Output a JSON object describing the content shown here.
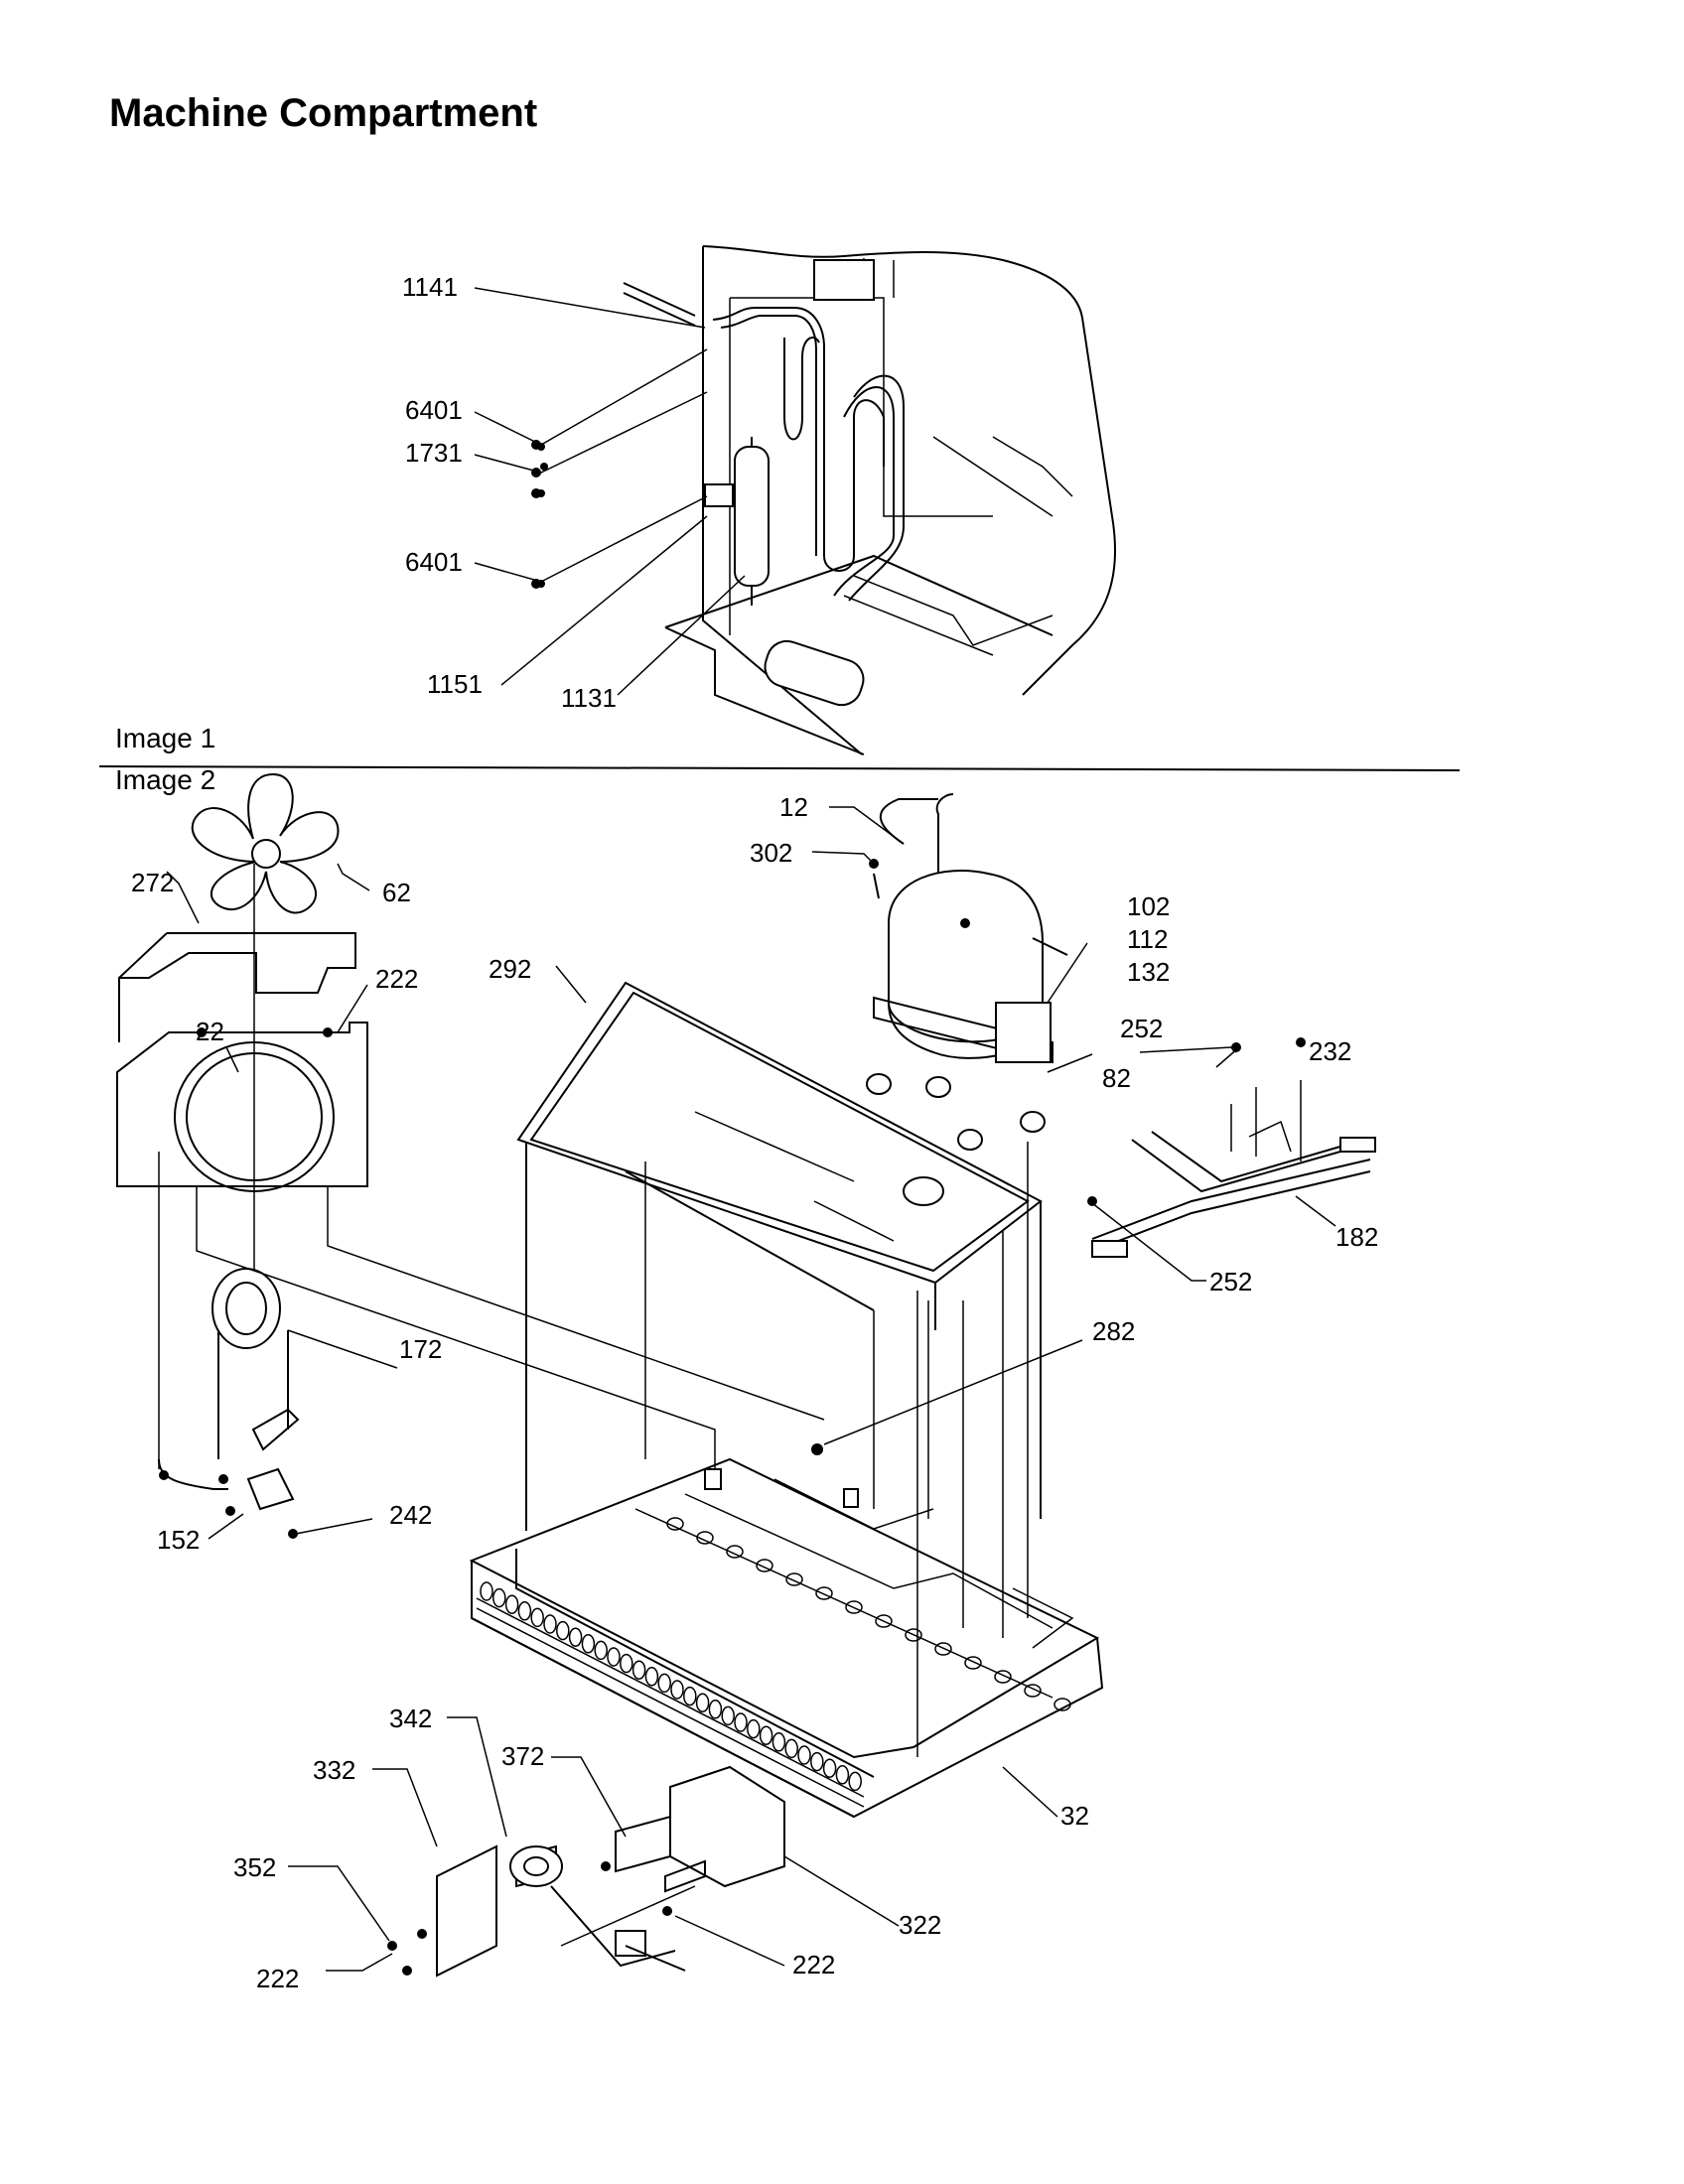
{
  "title": "Machine Compartment",
  "image1_label": "Image 1",
  "image2_label": "Image 2",
  "callouts": {
    "c1141": "1141",
    "c6401a": "6401",
    "c1731": "1731",
    "c6401b": "6401",
    "c1151": "1151",
    "c1131": "1131",
    "c12": "12",
    "c302": "302",
    "c102": "102",
    "c112": "112",
    "c132": "132",
    "c252a": "252",
    "c232": "232",
    "c82": "82",
    "c182": "182",
    "c252b": "252",
    "c282": "282",
    "c272": "272",
    "c62": "62",
    "c222a": "222",
    "c22": "22",
    "c292": "292",
    "c172": "172",
    "c152": "152",
    "c242": "242",
    "c342": "342",
    "c332": "332",
    "c372": "372",
    "c352": "352",
    "c32": "32",
    "c322": "322",
    "c222b": "222",
    "c222c": "222"
  }
}
